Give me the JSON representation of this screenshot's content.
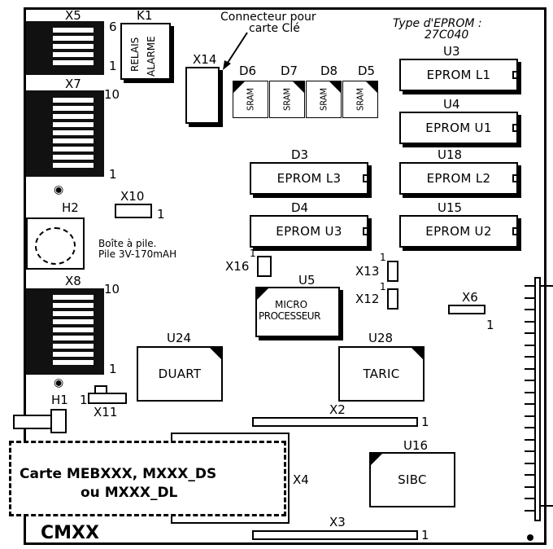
{
  "board_name": "CMXX",
  "eprom_type_line1": "Type d'EPROM :",
  "eprom_type_line2": "27C040",
  "key_connector_line1": "Connecteur pour",
  "key_connector_line2": "carte Clé",
  "connectors": {
    "x5": "X5",
    "x7": "X7",
    "x8": "X8",
    "x14": "X14",
    "x10": "X10",
    "x16": "X16",
    "x13": "X13",
    "x12": "X12",
    "x6": "X6",
    "x11": "X11",
    "x2": "X2",
    "x3": "X3",
    "x4": "X4"
  },
  "pin_numbers": {
    "six": "6",
    "one": "1",
    "ten": "10"
  },
  "relay": {
    "ref": "K1",
    "line1": "RELAIS",
    "line2": "ALARME"
  },
  "srams": [
    {
      "ref": "D6",
      "label": "SRAM"
    },
    {
      "ref": "D7",
      "label": "SRAM"
    },
    {
      "ref": "D8",
      "label": "SRAM"
    },
    {
      "ref": "D5",
      "label": "SRAM"
    }
  ],
  "eproms": {
    "u3": {
      "ref": "U3",
      "label": "EPROM  L1"
    },
    "u4": {
      "ref": "U4",
      "label": "EPROM  U1"
    },
    "u18": {
      "ref": "U18",
      "label": "EPROM  L2"
    },
    "u15": {
      "ref": "U15",
      "label": "EPROM  U2"
    },
    "d3": {
      "ref": "D3",
      "label": "EPROM  L3"
    },
    "d4": {
      "ref": "D4",
      "label": "EPROM  U3"
    }
  },
  "battery": {
    "ref": "H2",
    "line1": "Boîte à pile.",
    "line2": "Pile 3V-170mAH"
  },
  "h1": "H1",
  "u5": {
    "ref": "U5",
    "line1": "MICRO",
    "line2": "PROCESSEUR"
  },
  "u24": {
    "ref": "U24",
    "label": "DUART"
  },
  "u28": {
    "ref": "U28",
    "label": "TARIC"
  },
  "u16": {
    "ref": "U16",
    "label": "SIBC"
  },
  "daughter_card": {
    "line1": "Carte MEBXXX, MXXX_DS",
    "line2": "ou MXXX_DL"
  }
}
